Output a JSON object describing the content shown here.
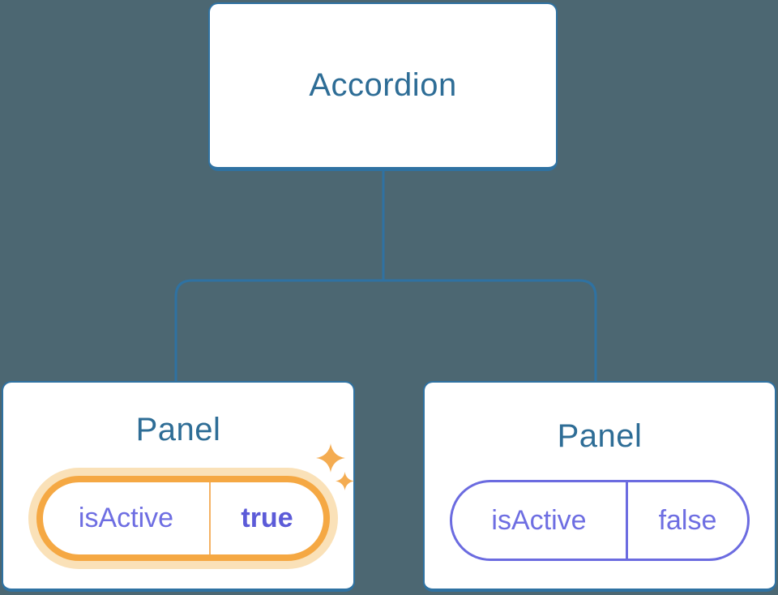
{
  "tree": {
    "root": {
      "label": "Accordion"
    },
    "panels": [
      {
        "title": "Panel",
        "prop_name": "isActive",
        "prop_value": "true",
        "highlighted": true
      },
      {
        "title": "Panel",
        "prop_name": "isActive",
        "prop_value": "false",
        "highlighted": false
      }
    ]
  },
  "colors": {
    "background": "#4C6772",
    "connector_line": "#2F72A2",
    "card_border": "#2F72A2",
    "heading_text": "#2E6D96",
    "prop_text": "#6E6EE2",
    "active_value_text": "#5C5BD8",
    "active_pill_border": "#F5A843",
    "active_pill_halo": "#FAE1B8",
    "inactive_pill_border": "#6B6BE0",
    "sparkle": "#F4AC51"
  }
}
